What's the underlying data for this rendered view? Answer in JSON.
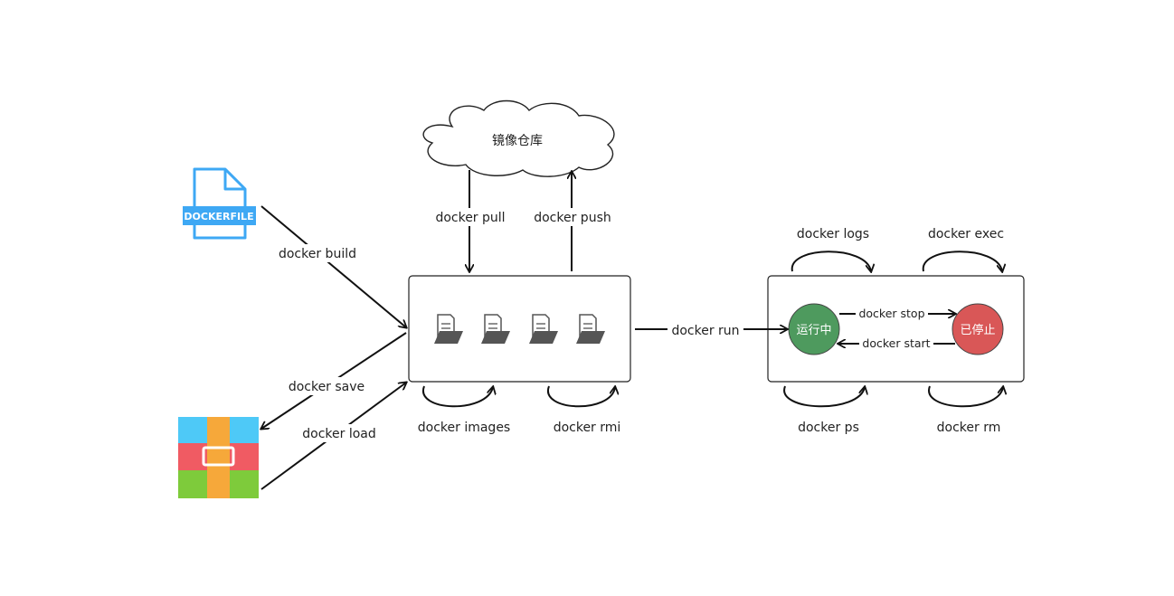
{
  "registry": {
    "label": "镜像仓库"
  },
  "dockerfile": {
    "label": "DOCKERFILE",
    "color": "#3ea8f4"
  },
  "archive": {
    "colors": {
      "top": "#4ec9f7",
      "middle": "#f05b63",
      "bottom": "#7ecb3b",
      "strap": "#f6a83a"
    }
  },
  "commands": {
    "build": "docker build",
    "pull": "docker pull",
    "push": "docker push",
    "save": "docker save",
    "load": "docker load",
    "images": "docker images",
    "rmi": "docker rmi",
    "run": "docker run",
    "logs": "docker logs",
    "exec": "docker exec",
    "ps": "docker ps",
    "rm": "docker rm",
    "stop": "docker stop",
    "start": "docker start"
  },
  "states": {
    "running": {
      "label": "运行中",
      "color": "#4e9a5e"
    },
    "stopped": {
      "label": "已停止",
      "color": "#d95757"
    }
  }
}
